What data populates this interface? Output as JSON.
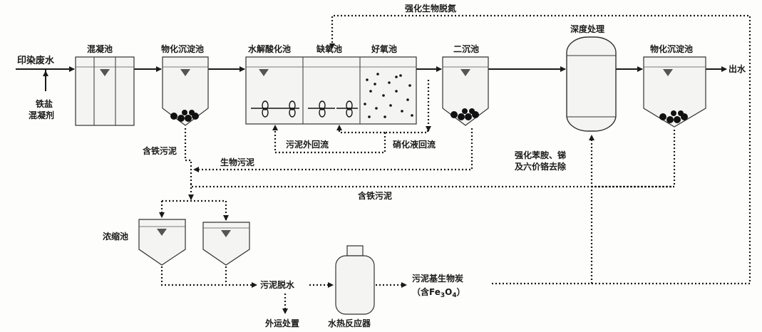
{
  "labels": {
    "influent": "印染废水",
    "iron_salt_1": "铁盐",
    "iron_salt_2": "混凝剂",
    "coagulation": "混凝池",
    "phys_chem_1": "物化沉淀池",
    "hydrolysis": "水解酸化池",
    "anoxic": "缺氧池",
    "aerobic": "好氧池",
    "secondary": "二沉池",
    "advanced": "深度处理",
    "phys_chem_2": "物化沉淀池",
    "effluent": "出水",
    "enhanced_denitrification": "强化生物脱氮",
    "iron_sludge_1": "含铁污泥",
    "bio_sludge": "生物污泥",
    "sludge_return": "污泥外回流",
    "nitrate_return": "硝化液回流",
    "enhanced_removal_1": "强化苯胺、锑",
    "enhanced_removal_2": "及六价铬去除",
    "iron_sludge_2": "含铁污泥",
    "thickener": "浓缩池",
    "dewatering": "污泥脱水",
    "disposal": "外运处置",
    "hydrothermal": "水热反应器",
    "biochar_1": "污泥基生物炭",
    "biochar_2_prefix": "（含Fe",
    "biochar_2_sub1": "3",
    "biochar_2_mid": "O",
    "biochar_2_sub2": "4",
    "biochar_2_suffix": "）"
  },
  "colors": {
    "line": "#1a1a1a",
    "tank_fill": "#f4f4f2",
    "tank_stroke": "#333333",
    "sludge": "#111111"
  }
}
